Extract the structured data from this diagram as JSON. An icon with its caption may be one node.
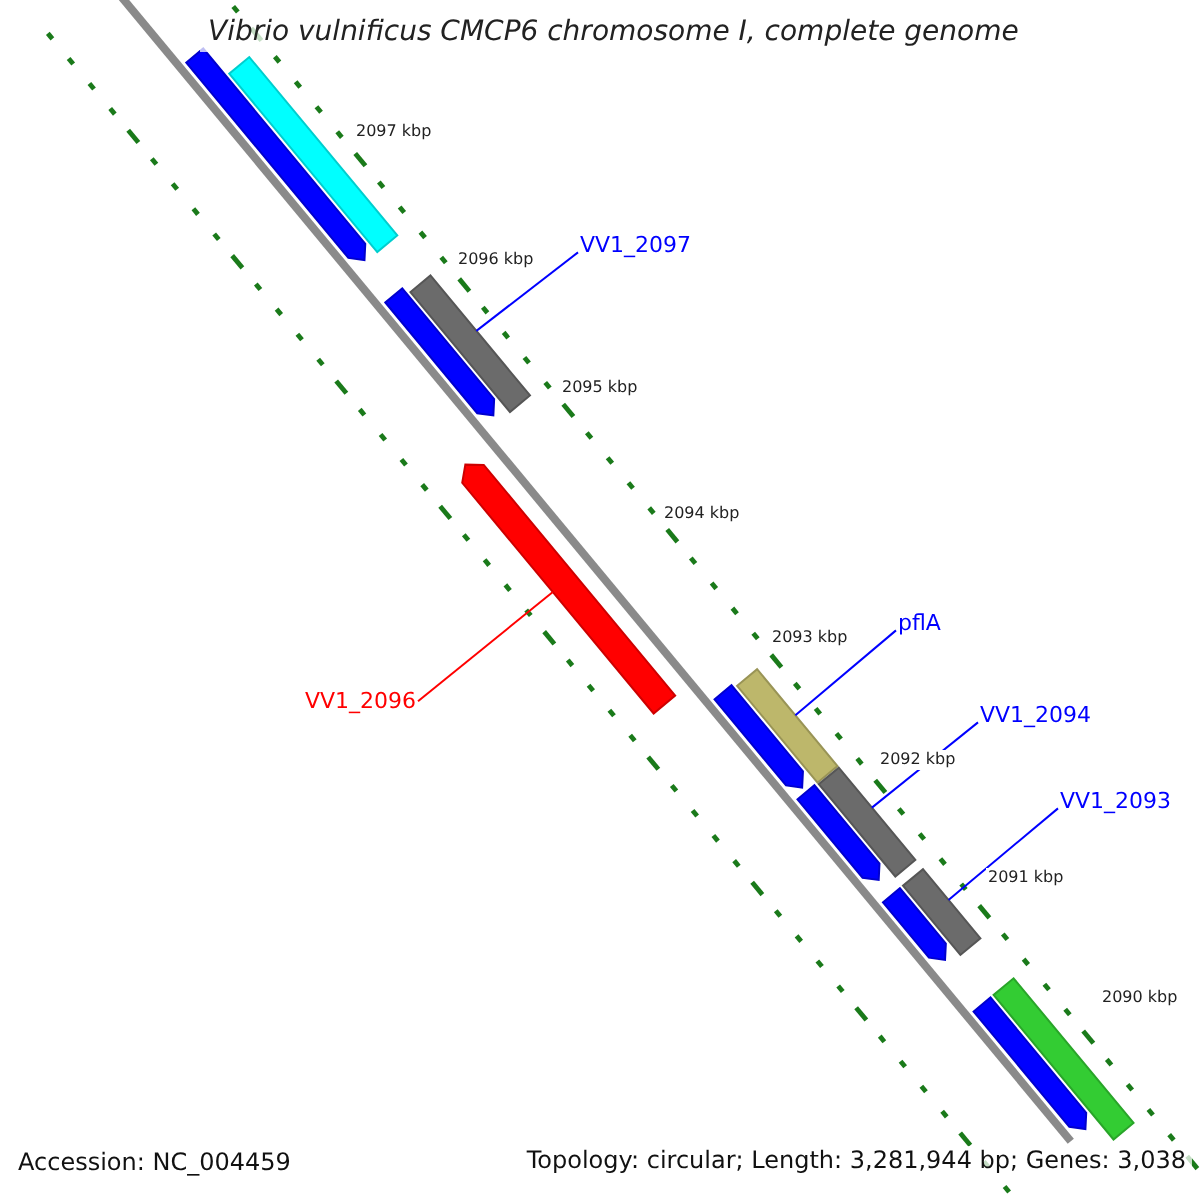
{
  "diagram": {
    "title": "Vibrio vulnificus CMCP6 chromosome I, complete genome",
    "nodes": [
      {
        "text": [
          "VV1_2097"
        ]
      },
      {
        "text": [
          "pflA"
        ]
      },
      {
        "text": [
          "VV1_2094"
        ]
      },
      {
        "text": [
          "VV1_2093"
        ]
      },
      {
        "text": [
          "VV1_2096"
        ]
      },
      {
        "text": [],
        "shape": "bar"
      },
      {
        "text": [],
        "shape": "bar"
      },
      {
        "text": [],
        "shape": "bar"
      },
      {
        "text": [],
        "shape": "bar"
      },
      {
        "text": [],
        "shape": "bar"
      },
      {
        "text": [],
        "shape": "bar"
      },
      {
        "text": [],
        "shape": "bar"
      },
      {
        "text": [],
        "shape": "bar"
      },
      {
        "text": [],
        "shape": "bar"
      },
      {
        "text": [],
        "shape": "bar"
      },
      {
        "text": [],
        "shape": "bar"
      },
      {
        "text": [],
        "shape": "bar"
      },
      {
        "text": [],
        "shape": "bar"
      },
      {
        "text": [],
        "shape": "bar"
      }
    ],
    "edges": [
      {
        "from": 0,
        "to": 8,
        "arrow": "none"
      },
      {
        "from": 1,
        "to": 11,
        "arrow": "none"
      },
      {
        "from": 2,
        "to": 13,
        "arrow": "none"
      },
      {
        "from": 3,
        "to": 15,
        "arrow": "none"
      },
      {
        "from": 4,
        "to": 9,
        "arrow": "none",
        "color": "#ff0000"
      }
    ],
    "labels": [
      "2097 kbp",
      "2096 kbp",
      "2095 kbp",
      "2094 kbp",
      "2093 kbp",
      "2092 kbp",
      "2091 kbp",
      "2090 kbp",
      "Accession: NC_004459",
      "Topology: circular; Length: 3,281,944 bp; Genes: 3,038"
    ]
  }
}
